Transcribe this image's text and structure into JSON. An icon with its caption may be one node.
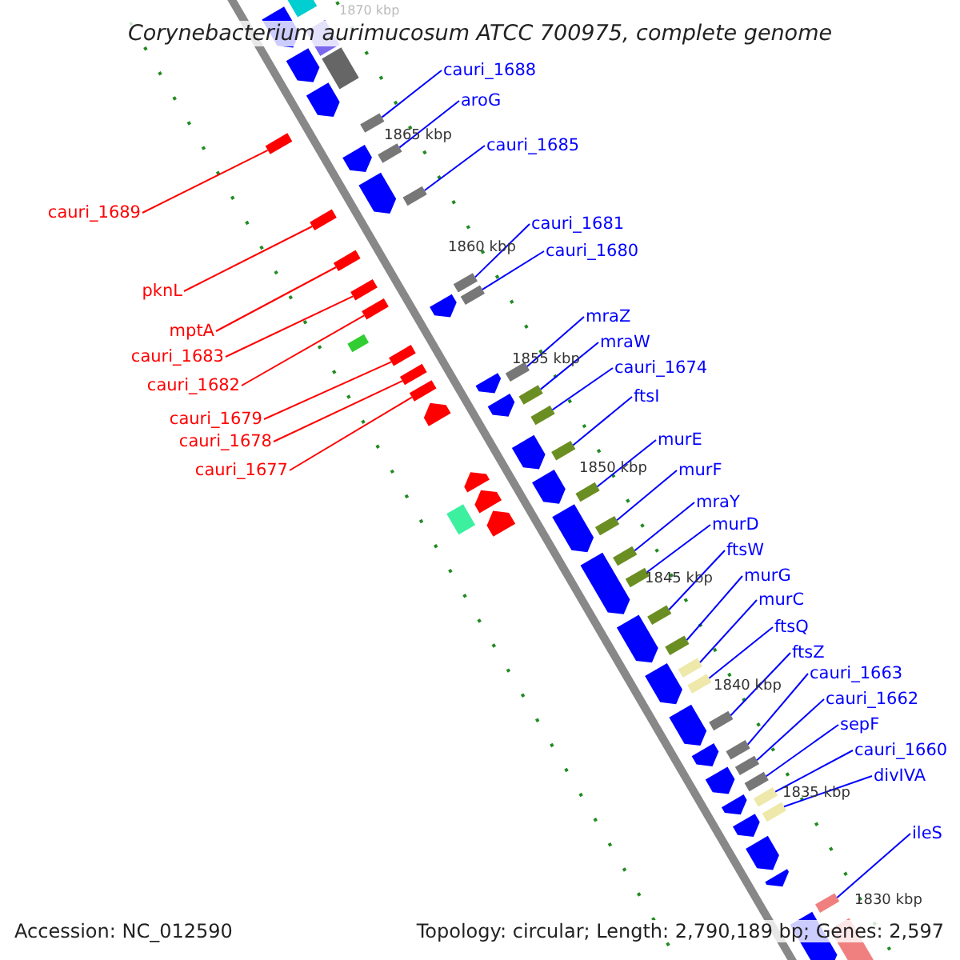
{
  "diagram": {
    "title": "Corynebacterium aurimucosum ATCC 700975, complete genome",
    "nodes": [
      {
        "text": [
          "cauri_1688"
        ]
      },
      {
        "text": [
          "aroG"
        ]
      },
      {
        "text": [
          "cauri_1685"
        ]
      },
      {
        "text": [
          "cauri_1689"
        ]
      },
      {
        "text": [
          "cauri_1681"
        ]
      },
      {
        "text": [
          "cauri_1680"
        ]
      },
      {
        "text": [
          "pknL"
        ]
      },
      {
        "text": [
          "mraZ"
        ]
      },
      {
        "text": [
          "mptA"
        ]
      },
      {
        "text": [
          "mraW"
        ]
      },
      {
        "text": [
          "cauri_1683"
        ]
      },
      {
        "text": [
          "cauri_1674"
        ]
      },
      {
        "text": [
          "cauri_1682"
        ]
      },
      {
        "text": [
          "ftsI"
        ]
      },
      {
        "text": [
          "cauri_1679"
        ]
      },
      {
        "text": [
          "cauri_1678"
        ]
      },
      {
        "text": [
          "murE"
        ]
      },
      {
        "text": [
          "cauri_1677"
        ]
      },
      {
        "text": [
          "murF"
        ]
      },
      {
        "text": [
          "mraY"
        ]
      },
      {
        "text": [
          "murD"
        ]
      },
      {
        "text": [
          "ftsW"
        ]
      },
      {
        "text": [
          "murG"
        ]
      },
      {
        "text": [
          "murC"
        ]
      },
      {
        "text": [
          "ftsQ"
        ]
      },
      {
        "text": [
          "ftsZ"
        ]
      },
      {
        "text": [
          "cauri_1663"
        ]
      },
      {
        "text": [
          "cauri_1662"
        ]
      },
      {
        "text": [
          "sepF"
        ]
      },
      {
        "text": [
          "cauri_1660"
        ]
      },
      {
        "text": [
          "divIVA"
        ]
      },
      {
        "text": [
          "ileS"
        ]
      },
      {
        "text": [],
        "shape": "bar"
      },
      {
        "text": [],
        "shape": "bar"
      },
      {
        "text": [],
        "shape": "bar"
      },
      {
        "text": [],
        "shape": "bar"
      },
      {
        "text": [],
        "shape": "bar"
      },
      {
        "text": [],
        "shape": "bar"
      },
      {
        "text": [],
        "shape": "bar"
      },
      {
        "text": [],
        "shape": "bar"
      },
      {
        "text": [],
        "shape": "bar"
      },
      {
        "text": [],
        "shape": "bar"
      },
      {
        "text": [],
        "shape": "bar"
      },
      {
        "text": [],
        "shape": "bar"
      },
      {
        "text": [],
        "shape": "bar"
      },
      {
        "text": [],
        "shape": "bar"
      },
      {
        "text": [],
        "shape": "bar"
      },
      {
        "text": [],
        "shape": "bar"
      },
      {
        "text": [],
        "shape": "bar"
      },
      {
        "text": [],
        "shape": "bar"
      },
      {
        "text": [],
        "shape": "bar"
      },
      {
        "text": [],
        "shape": "bar"
      },
      {
        "text": [],
        "shape": "bar"
      },
      {
        "text": [],
        "shape": "bar"
      },
      {
        "text": [],
        "shape": "bar"
      },
      {
        "text": [],
        "shape": "bar"
      },
      {
        "text": [],
        "shape": "bar"
      },
      {
        "text": [],
        "shape": "bar"
      },
      {
        "text": [],
        "shape": "bar"
      },
      {
        "text": [],
        "shape": "bar"
      },
      {
        "text": [],
        "shape": "bar"
      },
      {
        "text": [],
        "shape": "bar"
      },
      {
        "text": [],
        "shape": "bar"
      },
      {
        "text": [],
        "shape": "bar"
      }
    ],
    "edges": [
      {
        "from": 0,
        "to": 32,
        "arrow": "none",
        "color": "#0000ff"
      },
      {
        "from": 1,
        "to": 33,
        "arrow": "none",
        "color": "#0000ff"
      },
      {
        "from": 2,
        "to": 34,
        "arrow": "none",
        "color": "#0000ff"
      },
      {
        "from": 3,
        "to": 35,
        "arrow": "none",
        "color": "#ff0000"
      },
      {
        "from": 4,
        "to": 36,
        "arrow": "none",
        "color": "#0000ff"
      },
      {
        "from": 5,
        "to": 37,
        "arrow": "none",
        "color": "#0000ff"
      },
      {
        "from": 6,
        "to": 38,
        "arrow": "none",
        "color": "#ff0000"
      },
      {
        "from": 7,
        "to": 39,
        "arrow": "none",
        "color": "#0000ff"
      },
      {
        "from": 8,
        "to": 40,
        "arrow": "none",
        "color": "#ff0000"
      },
      {
        "from": 9,
        "to": 41,
        "arrow": "none",
        "color": "#0000ff"
      },
      {
        "from": 10,
        "to": 42,
        "arrow": "none",
        "color": "#ff0000"
      },
      {
        "from": 11,
        "to": 43,
        "arrow": "none",
        "color": "#0000ff"
      },
      {
        "from": 12,
        "to": 44,
        "arrow": "none",
        "color": "#ff0000"
      },
      {
        "from": 13,
        "to": 45,
        "arrow": "none",
        "color": "#0000ff"
      },
      {
        "from": 14,
        "to": 46,
        "arrow": "none",
        "color": "#ff0000"
      },
      {
        "from": 15,
        "to": 47,
        "arrow": "none",
        "color": "#ff0000"
      },
      {
        "from": 16,
        "to": 48,
        "arrow": "none",
        "color": "#0000ff"
      },
      {
        "from": 17,
        "to": 49,
        "arrow": "none",
        "color": "#ff0000"
      },
      {
        "from": 18,
        "to": 50,
        "arrow": "none",
        "color": "#0000ff"
      },
      {
        "from": 19,
        "to": 51,
        "arrow": "none",
        "color": "#0000ff"
      },
      {
        "from": 20,
        "to": 52,
        "arrow": "none",
        "color": "#0000ff"
      },
      {
        "from": 21,
        "to": 53,
        "arrow": "none",
        "color": "#0000ff"
      },
      {
        "from": 22,
        "to": 54,
        "arrow": "none",
        "color": "#0000ff"
      },
      {
        "from": 23,
        "to": 55,
        "arrow": "none",
        "color": "#0000ff"
      },
      {
        "from": 24,
        "to": 56,
        "arrow": "none",
        "color": "#0000ff"
      },
      {
        "from": 25,
        "to": 57,
        "arrow": "none",
        "color": "#0000ff"
      },
      {
        "from": 26,
        "to": 58,
        "arrow": "none",
        "color": "#0000ff"
      },
      {
        "from": 27,
        "to": 59,
        "arrow": "none",
        "color": "#0000ff"
      },
      {
        "from": 28,
        "to": 60,
        "arrow": "none",
        "color": "#0000ff"
      },
      {
        "from": 29,
        "to": 61,
        "arrow": "none",
        "color": "#0000ff"
      },
      {
        "from": 30,
        "to": 62,
        "arrow": "none",
        "color": "#0000ff"
      },
      {
        "from": 31,
        "to": 63,
        "arrow": "none",
        "color": "#0000ff"
      }
    ],
    "labels": [
      "1870 kbp",
      "1865 kbp",
      "1860 kbp",
      "1855 kbp",
      "1850 kbp",
      "1845 kbp",
      "1840 kbp",
      "1835 kbp",
      "1830 kbp",
      "Accession: NC_012590",
      "Topology: circular; Length: 2,790,189 bp; Genes: 2,597"
    ]
  }
}
